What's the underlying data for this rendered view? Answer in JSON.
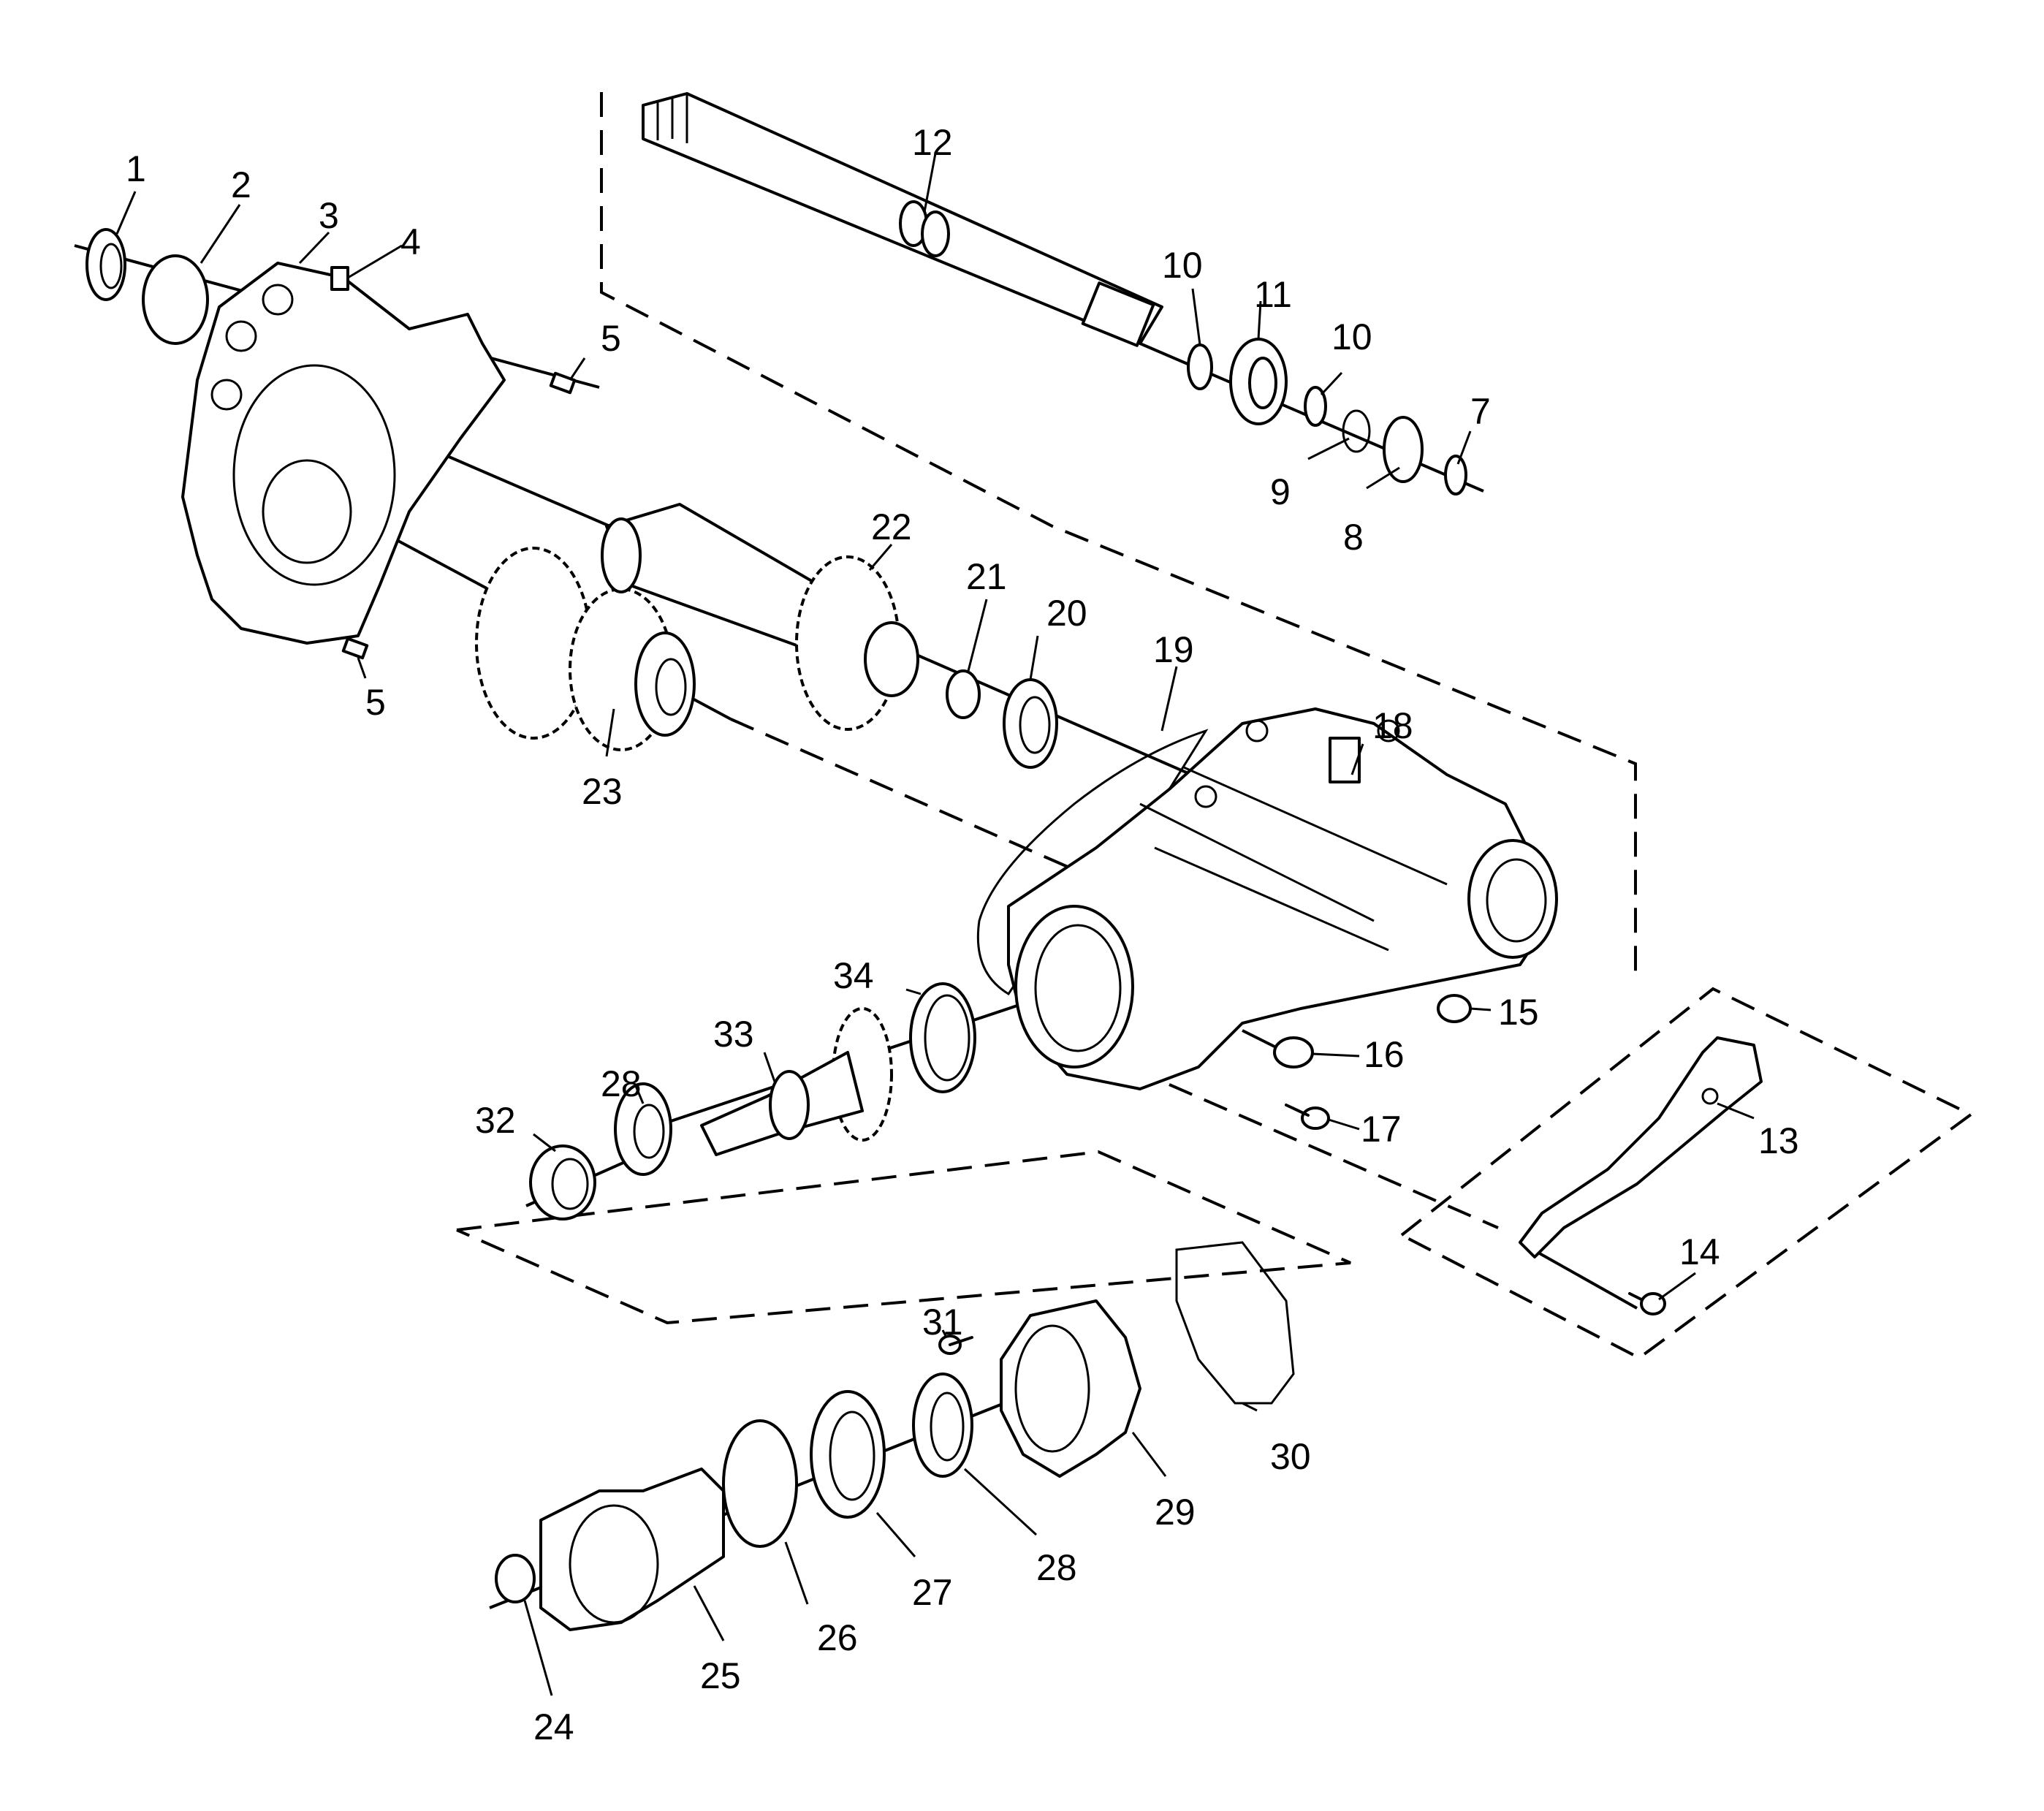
{
  "colors": {
    "line": "#000000",
    "background": "#ffffff"
  },
  "callouts": {
    "c1": "1",
    "c2": "2",
    "c3": "3",
    "c4": "4",
    "c5a": "5",
    "c5b": "5",
    "c7": "7",
    "c8": "8",
    "c9": "9",
    "c10a": "10",
    "c10b": "10",
    "c11": "11",
    "c12": "12",
    "c13": "13",
    "c14": "14",
    "c15": "15",
    "c16": "16",
    "c17": "17",
    "c18": "18",
    "c19": "19",
    "c20": "20",
    "c21": "21",
    "c22": "22",
    "c23": "23",
    "c24": "24",
    "c25": "25",
    "c26": "26",
    "c27": "27",
    "c28a": "28",
    "c28b": "28",
    "c29": "29",
    "c30": "30",
    "c31": "31",
    "c32": "32",
    "c33": "33",
    "c34": "34"
  }
}
